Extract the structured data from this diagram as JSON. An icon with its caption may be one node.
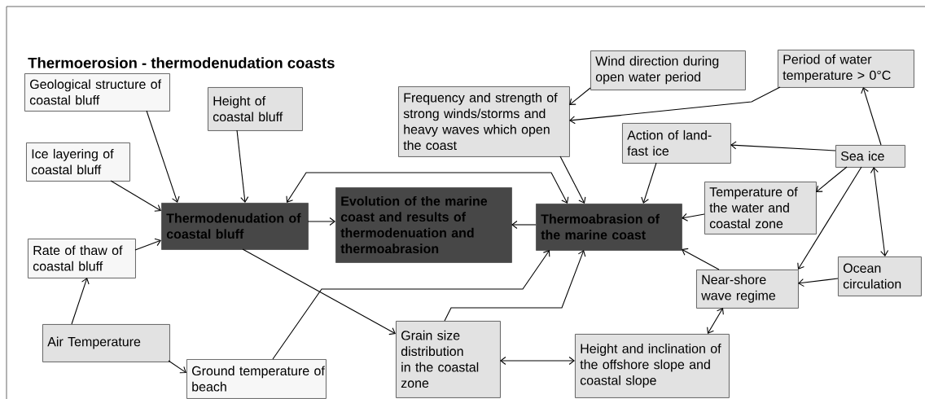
{
  "diagram": {
    "title": "Thermoerosion - thermodenudation coasts",
    "nodes": [
      {
        "text": [
          "Geological structure of coastal bluff"
        ]
      },
      {
        "text": [
          "Height of coastal bluff"
        ]
      },
      {
        "text": [
          "Ice layering of coastal bluff"
        ]
      },
      {
        "text": [
          "Rate of thaw of coastal bluff"
        ]
      },
      {
        "text": [
          "Thermodenudation of coastal bluff"
        ]
      },
      {
        "text": [
          "Evolution of the marine coast and results of thermodenuation and thermoabrasion"
        ]
      },
      {
        "text": [
          "Air Temperature"
        ]
      },
      {
        "text": [
          "Ground temperature of beach"
        ]
      },
      {
        "text": [
          "Wind direction during open water period"
        ]
      },
      {
        "text": [
          "Frequency and strength of strong winds/storms and heavy waves which open the coast"
        ]
      },
      {
        "text": [
          "Period of water temperature > 0°C"
        ]
      },
      {
        "text": [
          "Action of land-fast ice"
        ]
      },
      {
        "text": [
          "Sea ice"
        ]
      },
      {
        "text": [
          "Temperature of the water and coastal zone"
        ]
      },
      {
        "text": [
          "Thermoabrasion of the marine coast"
        ]
      },
      {
        "text": [
          "Ocean circulation"
        ]
      },
      {
        "text": [
          "Near-shore wave regime"
        ]
      },
      {
        "text": [
          "Grain size distribution in the coastal zone"
        ]
      },
      {
        "text": [
          "Height and inclination of the offshore slope and coastal slope"
        ]
      }
    ],
    "edges": [
      {
        "from": 0,
        "to": 4,
        "arrow": "to"
      },
      {
        "from": 1,
        "to": 4,
        "arrow": "to"
      },
      {
        "from": 2,
        "to": 4,
        "arrow": "to"
      },
      {
        "from": 3,
        "to": 4,
        "arrow": "to"
      },
      {
        "from": 6,
        "to": 3,
        "arrow": "to"
      },
      {
        "from": 6,
        "to": 7,
        "arrow": "to"
      },
      {
        "from": 4,
        "to": 5,
        "arrow": "to"
      },
      {
        "from": 14,
        "to": 5,
        "arrow": "to"
      },
      {
        "from": 4,
        "to": 14,
        "arrow": "both"
      },
      {
        "from": 4,
        "to": 17,
        "arrow": "to"
      },
      {
        "from": 7,
        "to": 14,
        "arrow": "to"
      },
      {
        "from": 17,
        "to": 14,
        "arrow": "to"
      },
      {
        "from": 9,
        "to": 14,
        "arrow": "to"
      },
      {
        "from": 11,
        "to": 14,
        "arrow": "to"
      },
      {
        "from": 13,
        "to": 14,
        "arrow": "to"
      },
      {
        "from": 16,
        "to": 14,
        "arrow": "to"
      },
      {
        "from": 8,
        "to": 9,
        "arrow": "to"
      },
      {
        "from": 10,
        "to": 9,
        "arrow": "to"
      },
      {
        "from": 12,
        "to": 10,
        "arrow": "to"
      },
      {
        "from": 12,
        "to": 11,
        "arrow": "to"
      },
      {
        "from": 12,
        "to": 13,
        "arrow": "to"
      },
      {
        "from": 12,
        "to": 16,
        "arrow": "to"
      },
      {
        "from": 12,
        "to": 15,
        "arrow": "both"
      },
      {
        "from": 15,
        "to": 16,
        "arrow": "to"
      },
      {
        "from": 17,
        "to": 18,
        "arrow": "both"
      },
      {
        "from": 16,
        "to": 18,
        "arrow": "both"
      }
    ]
  }
}
